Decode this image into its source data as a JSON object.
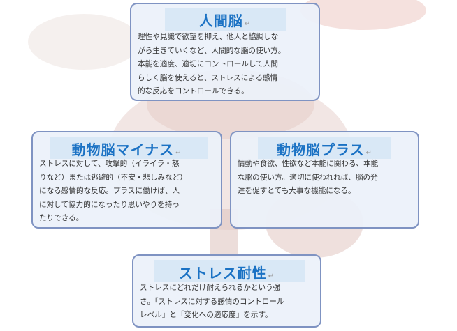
{
  "return_mark": "↵",
  "boxes": {
    "human": {
      "title": "人間脳",
      "lines": [
        "理性や見識で欲望を抑え、他人と協調しな",
        "がら生きていくなど、人間的な脳の使い方。",
        "本能を適度、適切にコントロールして人間",
        "らしく脳を使えると、ストレスによる感情",
        "的な反応をコントロールできる。"
      ]
    },
    "animal_minus": {
      "title": "動物脳マイナス",
      "lines": [
        "ストレスに対して、攻撃的（イライラ・怒",
        "りなど）または逃避的（不安・悲しみなど）",
        "になる感情的な反応。プラスに働けば、人",
        "に対して協力的になったり思いやりを持っ",
        "たりできる。"
      ]
    },
    "animal_plus": {
      "title": "動物脳プラス",
      "lines": [
        "情動や食欲、性欲など本能に関わる、本能",
        "な脳の使い方。適切に使われれば、脳の発",
        "達を促すとても大事な機能になる。"
      ]
    },
    "stress": {
      "title": "ストレス耐性",
      "lines": [
        "ストレスにどれだけ耐えられるかという強",
        "さ。「ストレスに対する感情のコントロール",
        "レベル」と「変化への適応度」を示す。"
      ]
    }
  }
}
